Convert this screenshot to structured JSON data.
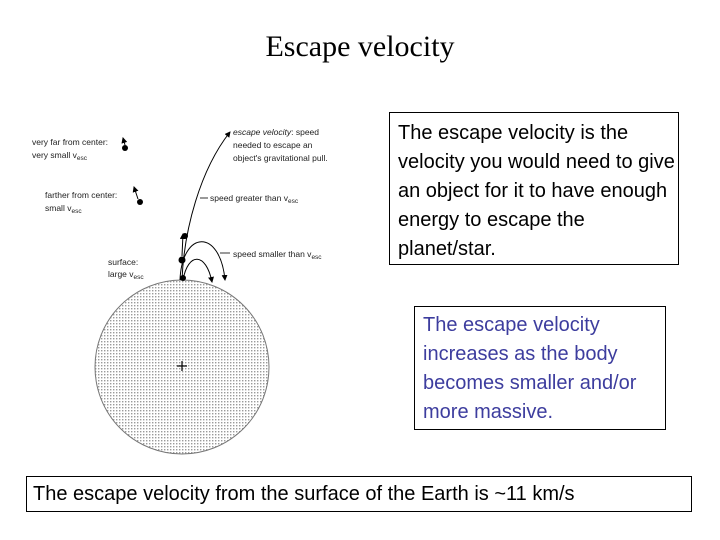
{
  "slide": {
    "title": "Escape velocity",
    "box1_text": "The escape velocity is the velocity you would need to give an object for it to have enough energy to escape the planet/star.",
    "box2_text": "The escape velocity increases as the body becomes smaller and/or more massive.",
    "box3_text": "The escape velocity from the surface of the Earth is ~11 km/s"
  },
  "diagram": {
    "label_far_1": "very far from center:",
    "label_far_2": "very small v",
    "label_farther_1": "farther from center:",
    "label_farther_2": "small v",
    "label_surface_1": "surface:",
    "label_surface_2": "large v",
    "label_escape_1": "escape velocity",
    "label_escape_1b": ": speed",
    "label_escape_2": "needed to escape an",
    "label_escape_3": "object's gravitational pull.",
    "label_greater": "speed greater than v",
    "label_smaller": "speed smaller than v",
    "sub_esc": "esc"
  }
}
